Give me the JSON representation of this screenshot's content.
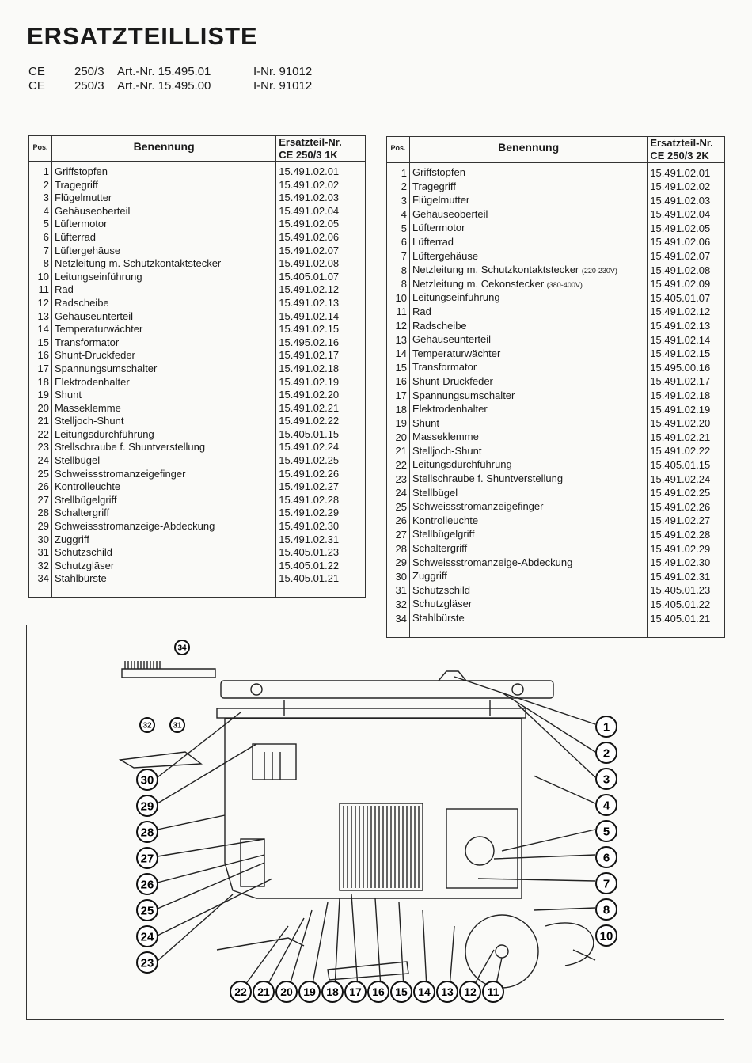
{
  "title": "ERSATZTEILLISTE",
  "models": [
    {
      "type": "CE",
      "size": "250/3",
      "art": "Art.-Nr. 15.495.01",
      "inr": "I-Nr. 91012"
    },
    {
      "type": "CE",
      "size": "250/3",
      "art": "Art.-Nr. 15.495.00",
      "inr": "I-Nr. 91012"
    }
  ],
  "table_1k": {
    "header": {
      "pos": "Pos.",
      "name": "Benennung",
      "num_line1": "Ersatzteil-Nr.",
      "num_line2": "CE 250/3 1K"
    },
    "rows": [
      {
        "pos": "1",
        "name": "Griffstopfen",
        "num": "15.491.02.01"
      },
      {
        "pos": "2",
        "name": "Tragegriff",
        "num": "15.491.02.02"
      },
      {
        "pos": "3",
        "name": "Flügelmutter",
        "num": "15.491.02.03"
      },
      {
        "pos": "4",
        "name": "Gehäuseoberteil",
        "num": "15.491.02.04"
      },
      {
        "pos": "5",
        "name": "Lüftermotor",
        "num": "15.491.02.05"
      },
      {
        "pos": "6",
        "name": "Lüfterrad",
        "num": "15.491.02.06"
      },
      {
        "pos": "7",
        "name": "Lüftergehäuse",
        "num": "15.491.02.07"
      },
      {
        "pos": "8",
        "name": "Netzleitung m. Schutzkontaktstecker",
        "num": "15.491.02.08"
      },
      {
        "pos": "10",
        "name": "Leitungseinführung",
        "num": "15.405.01.07"
      },
      {
        "pos": "11",
        "name": "Rad",
        "num": "15.491.02.12"
      },
      {
        "pos": "12",
        "name": "Radscheibe",
        "num": "15.491.02.13"
      },
      {
        "pos": "13",
        "name": "Gehäuseunterteil",
        "num": "15.491.02.14"
      },
      {
        "pos": "14",
        "name": "Temperaturwächter",
        "num": "15.491.02.15"
      },
      {
        "pos": "15",
        "name": "Transformator",
        "num": "15.495.02.16"
      },
      {
        "pos": "16",
        "name": "Shunt-Druckfeder",
        "num": "15.491.02.17"
      },
      {
        "pos": "17",
        "name": "Spannungsumschalter",
        "num": "15.491.02.18"
      },
      {
        "pos": "18",
        "name": "Elektrodenhalter",
        "num": "15.491.02.19"
      },
      {
        "pos": "19",
        "name": "Shunt",
        "num": "15.491.02.20"
      },
      {
        "pos": "20",
        "name": "Masseklemme",
        "num": "15.491.02.21"
      },
      {
        "pos": "21",
        "name": "Stelljoch-Shunt",
        "num": "15.491.02.22"
      },
      {
        "pos": "22",
        "name": "Leitungsdurchführung",
        "num": "15.405.01.15"
      },
      {
        "pos": "23",
        "name": "Stellschraube f. Shuntverstellung",
        "num": "15.491.02.24"
      },
      {
        "pos": "24",
        "name": "Stellbügel",
        "num": "15.491.02.25"
      },
      {
        "pos": "25",
        "name": "Schweissstromanzeigefinger",
        "num": "15.491.02.26"
      },
      {
        "pos": "26",
        "name": "Kontrolleuchte",
        "num": "15.491.02.27"
      },
      {
        "pos": "27",
        "name": "Stellbügelgriff",
        "num": "15.491.02.28"
      },
      {
        "pos": "28",
        "name": "Schaltergriff",
        "num": "15.491.02.29"
      },
      {
        "pos": "29",
        "name": "Schweissstromanzeige-Abdeckung",
        "num": "15.491.02.30"
      },
      {
        "pos": "30",
        "name": "Zuggriff",
        "num": "15.491.02.31"
      },
      {
        "pos": "31",
        "name": "Schutzschild",
        "num": "15.405.01.23"
      },
      {
        "pos": "32",
        "name": "Schutzgläser",
        "num": "15.405.01.22"
      },
      {
        "pos": "34",
        "name": "Stahlbürste",
        "num": "15.405.01.21"
      }
    ]
  },
  "table_2k": {
    "header": {
      "pos": "Pos.",
      "name": "Benennung",
      "num_line1": "Ersatzteil-Nr.",
      "num_line2": "CE 250/3 2K"
    },
    "rows": [
      {
        "pos": "1",
        "name": "Griffstopfen",
        "note": "",
        "num": "15.491.02.01"
      },
      {
        "pos": "2",
        "name": "Tragegriff",
        "note": "",
        "num": "15.491.02.02"
      },
      {
        "pos": "3",
        "name": "Flügelmutter",
        "note": "",
        "num": "15.491.02.03"
      },
      {
        "pos": "4",
        "name": "Gehäuseoberteil",
        "note": "",
        "num": "15.491.02.04"
      },
      {
        "pos": "5",
        "name": "Lüftermotor",
        "note": "",
        "num": "15.491.02.05"
      },
      {
        "pos": "6",
        "name": "Lüfterrad",
        "note": "",
        "num": "15.491.02.06"
      },
      {
        "pos": "7",
        "name": "Lüftergehäuse",
        "note": "",
        "num": "15.491.02.07"
      },
      {
        "pos": "8",
        "name": "Netzleitung m. Schutzkontaktstecker ",
        "note": "(220-230V)",
        "num": "15.491.02.08"
      },
      {
        "pos": "8",
        "name": "Netzleitung m. Cekonstecker ",
        "note": "(380-400V)",
        "num": "15.491.02.09"
      },
      {
        "pos": "10",
        "name": "Leitungseinfuhrung",
        "note": "",
        "num": "15.405.01.07"
      },
      {
        "pos": "11",
        "name": "Rad",
        "note": "",
        "num": "15.491.02.12"
      },
      {
        "pos": "12",
        "name": "Radscheibe",
        "note": "",
        "num": "15.491.02.13"
      },
      {
        "pos": "13",
        "name": "Gehäuseunterteil",
        "note": "",
        "num": "15.491.02.14"
      },
      {
        "pos": "14",
        "name": "Temperaturwächter",
        "note": "",
        "num": "15.491.02.15"
      },
      {
        "pos": "15",
        "name": "Transformator",
        "note": "",
        "num": "15.495.00.16"
      },
      {
        "pos": "16",
        "name": "Shunt-Druckfeder",
        "note": "",
        "num": "15.491.02.17"
      },
      {
        "pos": "17",
        "name": "Spannungsumschalter",
        "note": "",
        "num": "15.491.02.18"
      },
      {
        "pos": "18",
        "name": "Elektrodenhalter",
        "note": "",
        "num": "15.491.02.19"
      },
      {
        "pos": "19",
        "name": "Shunt",
        "note": "",
        "num": "15.491.02.20"
      },
      {
        "pos": "20",
        "name": "Masseklemme",
        "note": "",
        "num": "15.491.02.21"
      },
      {
        "pos": "21",
        "name": "Stelljoch-Shunt",
        "note": "",
        "num": "15.491.02.22"
      },
      {
        "pos": "22",
        "name": "Leitungsdurchführung",
        "note": "",
        "num": "15.405.01.15"
      },
      {
        "pos": "23",
        "name": "Stellschraube f. Shuntverstellung",
        "note": "",
        "num": "15.491.02.24"
      },
      {
        "pos": "24",
        "name": "Stellbügel",
        "note": "",
        "num": "15.491.02.25"
      },
      {
        "pos": "25",
        "name": "Schweissstromanzeigefinger",
        "note": "",
        "num": "15.491.02.26"
      },
      {
        "pos": "26",
        "name": "Kontrolleuchte",
        "note": "",
        "num": "15.491.02.27"
      },
      {
        "pos": "27",
        "name": "Stellbügelgriff",
        "note": "",
        "num": "15.491.02.28"
      },
      {
        "pos": "28",
        "name": "Schaltergriff",
        "note": "",
        "num": "15.491.02.29"
      },
      {
        "pos": "29",
        "name": "Schweissstromanzeige-Abdeckung",
        "note": "",
        "num": "15.491.02.30"
      },
      {
        "pos": "30",
        "name": "Zuggriff",
        "note": "",
        "num": "15.491.02.31"
      },
      {
        "pos": "31",
        "name": "Schutzschild",
        "note": "",
        "num": "15.405.01.23"
      },
      {
        "pos": "32",
        "name": "Schutzgläser",
        "note": "",
        "num": "15.405.01.22"
      },
      {
        "pos": "34",
        "name": "Stahlbürste",
        "note": "",
        "num": "15.405.01.21"
      }
    ]
  },
  "diagram": {
    "callouts_right": [
      "1",
      "2",
      "3",
      "4",
      "5",
      "6",
      "7",
      "8",
      "10"
    ],
    "callouts_left": [
      "30",
      "29",
      "28",
      "27",
      "26",
      "25",
      "24",
      "23"
    ],
    "callouts_bottom": [
      "22",
      "21",
      "20",
      "19",
      "18",
      "17",
      "16",
      "15",
      "14",
      "13",
      "12",
      "11"
    ],
    "callouts_top": [
      "34",
      "32",
      "31"
    ]
  }
}
